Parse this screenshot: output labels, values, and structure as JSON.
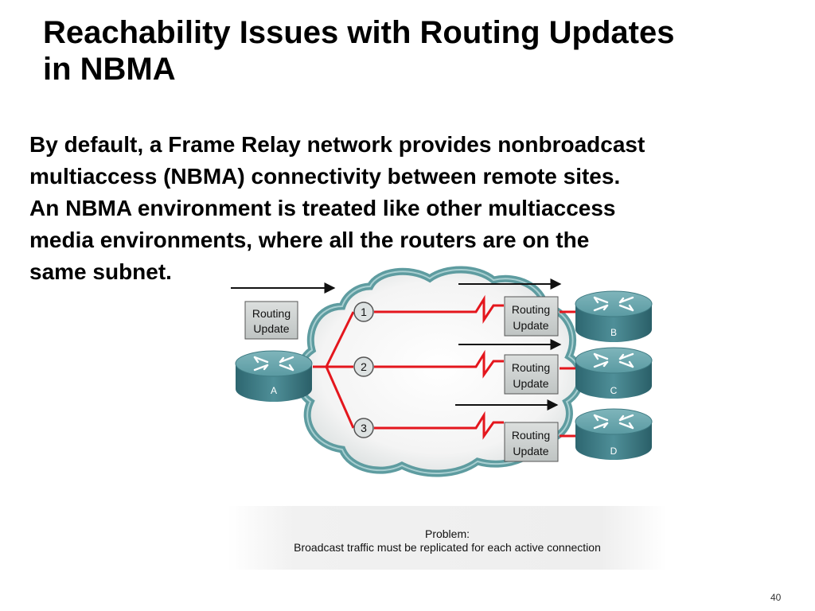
{
  "title": {
    "line1": "Reachability Issues with Routing Updates",
    "line2": "in NBMA"
  },
  "body": {
    "lines": [
      "By default, a Frame Relay network provides nonbroadcast",
      "multiaccess (NBMA) connectivity between remote sites.",
      "An NBMA environment is treated like other multiaccess",
      "media environments, where all the routers are on the",
      "same subnet."
    ]
  },
  "diagram": {
    "update_box": {
      "line1": "Routing",
      "line2": "Update"
    },
    "routers": [
      {
        "label": "A"
      },
      {
        "label": "B"
      },
      {
        "label": "C"
      },
      {
        "label": "D"
      }
    ],
    "circuits": [
      "1",
      "2",
      "3"
    ],
    "colors": {
      "link": "#e4161d",
      "router": "#4d8c95",
      "cloud_edge": "#5e9ca0",
      "update_box": "#c9cdcc"
    }
  },
  "caption": {
    "line1": "Problem:",
    "line2": "Broadcast traffic must be replicated for each active connection"
  },
  "page_number": "40"
}
